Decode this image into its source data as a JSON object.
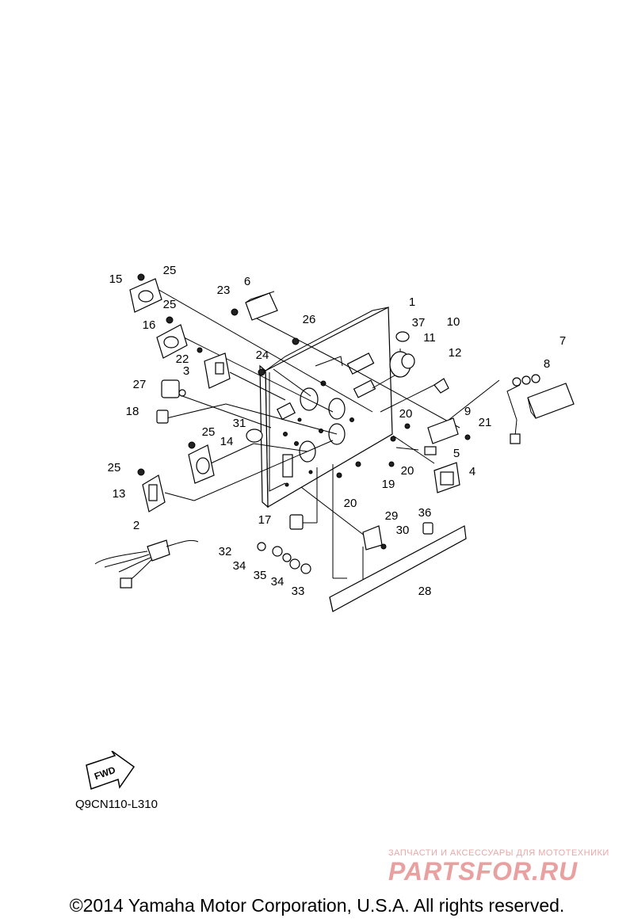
{
  "diagram": {
    "part_labels": [
      "1",
      "2",
      "3",
      "4",
      "5",
      "6",
      "7",
      "8",
      "9",
      "10",
      "11",
      "12",
      "13",
      "14",
      "15",
      "16",
      "17",
      "18",
      "19",
      "20",
      "20",
      "20",
      "21",
      "22",
      "23",
      "24",
      "25",
      "25",
      "25",
      "25",
      "26",
      "27",
      "28",
      "29",
      "30",
      "31",
      "32",
      "33",
      "34",
      "34",
      "35",
      "36",
      "37"
    ],
    "fwd_label": "FWD",
    "drawing_code": "Q9CN110-L310"
  },
  "watermark": {
    "tagline": "ЗАПЧАСТИ И АКСЕССУАРЫ ДЛЯ МОТОТЕХНИКИ",
    "logo_text": "PARTSFOR.RU"
  },
  "footer": {
    "copyright": "©2014 Yamaha Motor Corporation, U.S.A. All rights reserved."
  },
  "colors": {
    "line": "#000000",
    "background": "#ffffff",
    "watermark": "#e9a0a0"
  }
}
